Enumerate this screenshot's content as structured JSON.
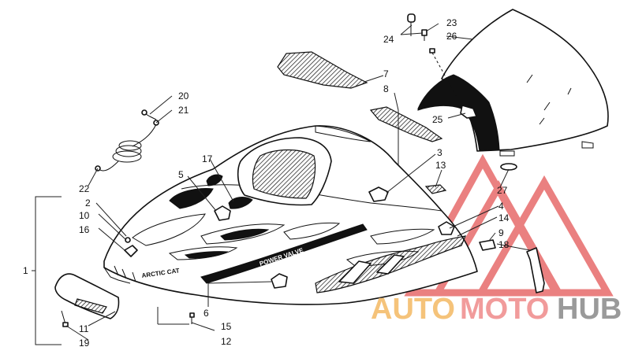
{
  "callouts": {
    "c1": "1",
    "c2": "2",
    "c3": "3",
    "c4": "4",
    "c5": "5",
    "c6": "6",
    "c7": "7",
    "c8": "8",
    "c9": "9",
    "c10": "10",
    "c11": "11",
    "c12": "12",
    "c13": "13",
    "c14": "14",
    "c15": "15",
    "c16": "16",
    "c17": "17",
    "c18": "18",
    "c19": "19",
    "c20": "20",
    "c21": "21",
    "c22": "22",
    "c23": "23",
    "c24": "24",
    "c25": "25",
    "c26": "26",
    "c27": "27"
  },
  "decals": {
    "brand": "ARCTIC CAT",
    "power_valve": "POWER VALVE"
  },
  "watermark": {
    "auto": "AUTO",
    "moto": "MOTO",
    "hub": "HUB",
    "colors": {
      "auto": "#f5c37a",
      "moto": "#f19b9b",
      "hub": "#9a9a9a",
      "triangle": "#e76a6a"
    }
  }
}
